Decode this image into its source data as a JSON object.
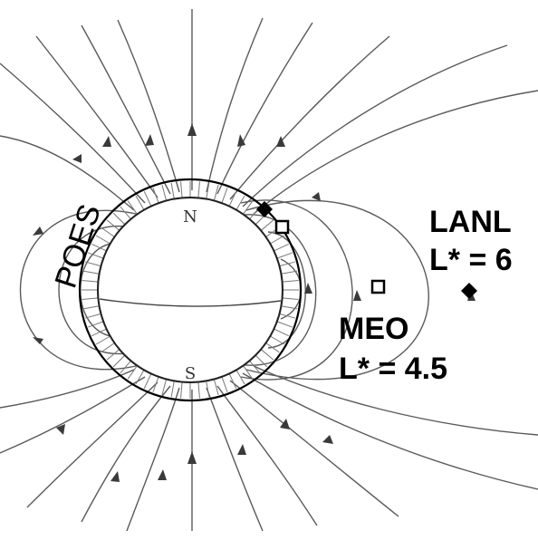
{
  "diagram": {
    "pole_north": "N",
    "pole_south": "S",
    "orbit_label": "POES",
    "labels": {
      "lanl_name": "LANL",
      "lanl_lstar": "L* = 6",
      "meo_name": "MEO",
      "meo_lstar": "L* = 4.5"
    },
    "legend_markers": {
      "lanl": "filled-diamond",
      "meo": "open-square"
    },
    "colors": {
      "field_line": "#5a5a5a",
      "earth_outline": "#222222",
      "orbit_ring": "#000000",
      "marker": "#000000"
    }
  }
}
